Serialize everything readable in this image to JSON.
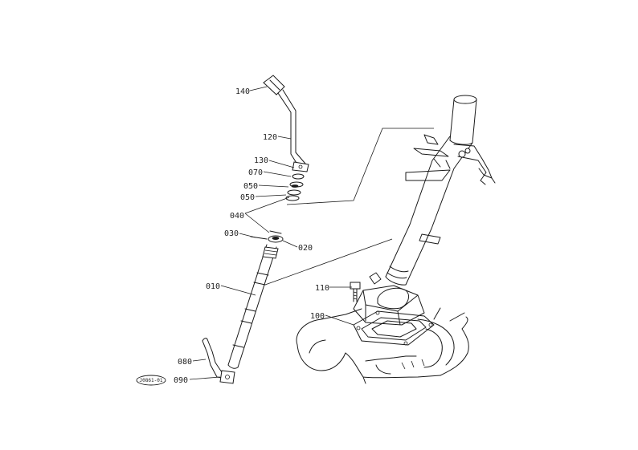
{
  "diagram": {
    "part_labels": {
      "p140": "140",
      "p120": "120",
      "p130": "130",
      "p070": "070",
      "p050a": "050",
      "p050b": "050",
      "p040": "040",
      "p030": "030",
      "p020": "020",
      "p010": "010",
      "p110": "110",
      "p100": "100",
      "p080": "080",
      "p090": "090"
    },
    "drawing_code": "J0861-01"
  }
}
